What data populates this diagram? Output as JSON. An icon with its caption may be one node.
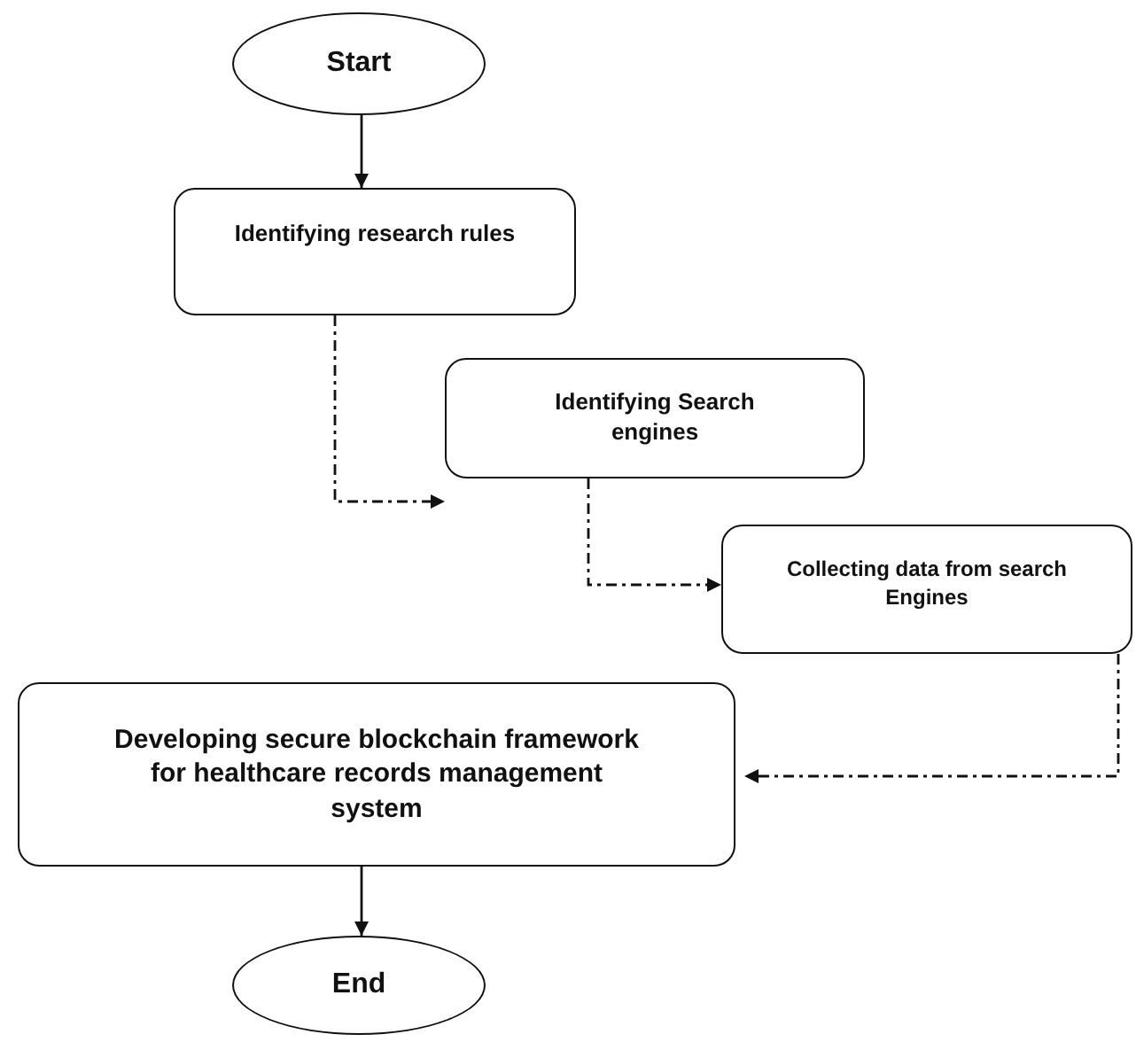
{
  "diagram": {
    "nodes": [
      {
        "text": [
          "Start"
        ]
      },
      {
        "text": [
          "Identifying research rules"
        ]
      },
      {
        "text": [
          "Identifying Search engines"
        ]
      },
      {
        "text": [
          "Collecting data from search Engines"
        ]
      },
      {
        "text": [
          "Developing secure blockchain framework for healthcare records management system"
        ]
      },
      {
        "text": [
          "End"
        ]
      }
    ],
    "edges": [
      {
        "from": 0,
        "to": 1,
        "arrow": "to"
      },
      {
        "from": 1,
        "to": 2,
        "arrow": "to",
        "style": "dashed"
      },
      {
        "from": 2,
        "to": 3,
        "arrow": "to",
        "style": "dashed"
      },
      {
        "from": 3,
        "to": 4,
        "arrow": "to",
        "style": "dashed"
      },
      {
        "from": 4,
        "to": 5,
        "arrow": "to"
      }
    ]
  }
}
